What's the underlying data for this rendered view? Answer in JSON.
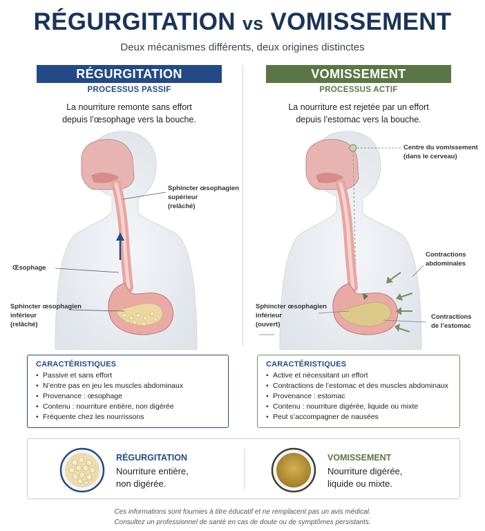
{
  "header": {
    "title_part1": "RÉGURGITATION",
    "title_vs": "vs",
    "title_part2": "VOMISSEMENT",
    "subtitle": "Deux mécanismes différents, deux origines distinctes"
  },
  "left": {
    "heading": "RÉGURGITATION",
    "process": "PROCESSUS PASSIF",
    "desc_line1": "La nourriture remonte sans effort",
    "desc_line2": "depuis l’œsophage vers la bouche.",
    "labels": {
      "upper_sphincter_1": "Sphincter œsophagien",
      "upper_sphincter_2": "supérieur",
      "upper_sphincter_3": "(relâché)",
      "esophagus": "Œsophage",
      "lower_sphincter_1": "Sphincter œsophagien",
      "lower_sphincter_2": "inférieur",
      "lower_sphincter_3": "(relâché)"
    },
    "box_title": "CARACTÉRISTIQUES",
    "items": [
      "Passive et sans effort",
      "N’entre pas en jeu les muscles abdominaux",
      "Provenance : œsophage",
      "Contenu : nourriture entière, non digérée",
      "Fréquente chez les nourrissons"
    ]
  },
  "right": {
    "heading": "VOMISSEMENT",
    "process": "PROCESSUS ACTIF",
    "desc_line1": "La nourriture est rejetée par un effort",
    "desc_line2": "depuis l’estomac vers la bouche.",
    "labels": {
      "brain_center_1": "Centre du vomissement",
      "brain_center_2": "(dans le cerveau)",
      "abdominal_1": "Contractions",
      "abdominal_2": "abdominales",
      "stomach_contr_1": "Contractions",
      "stomach_contr_2": "de l’estomac",
      "lower_sphincter_1": "Sphincter œsophagien",
      "lower_sphincter_2": "inférieur",
      "lower_sphincter_3": "(ouvert)"
    },
    "box_title": "CARACTÉRISTIQUES",
    "items": [
      "Active et nécessitant un effort",
      "Contractions de l’estomac et des muscles abdominaux",
      "Provenance : estomac",
      "Contenu : nourriture digérée, liquide ou mixte",
      "Peut s’accompagner de nausées"
    ]
  },
  "summary": {
    "left_title": "RÉGURGITATION",
    "left_line1": "Nourriture entière,",
    "left_line2": "non digérée.",
    "right_title": "VOMISSEMENT",
    "right_line1": "Nourriture digérée,",
    "right_line2": "liquide ou mixte."
  },
  "footer": {
    "line1": "Ces informations sont fournies à titre éducatif et ne remplacent pas un avis médical.",
    "line2": "Consultez un professionnel de santé en cas de doute ou de symptômes persistants."
  },
  "colors": {
    "navy": "#234a86",
    "green": "#5b7644"
  }
}
